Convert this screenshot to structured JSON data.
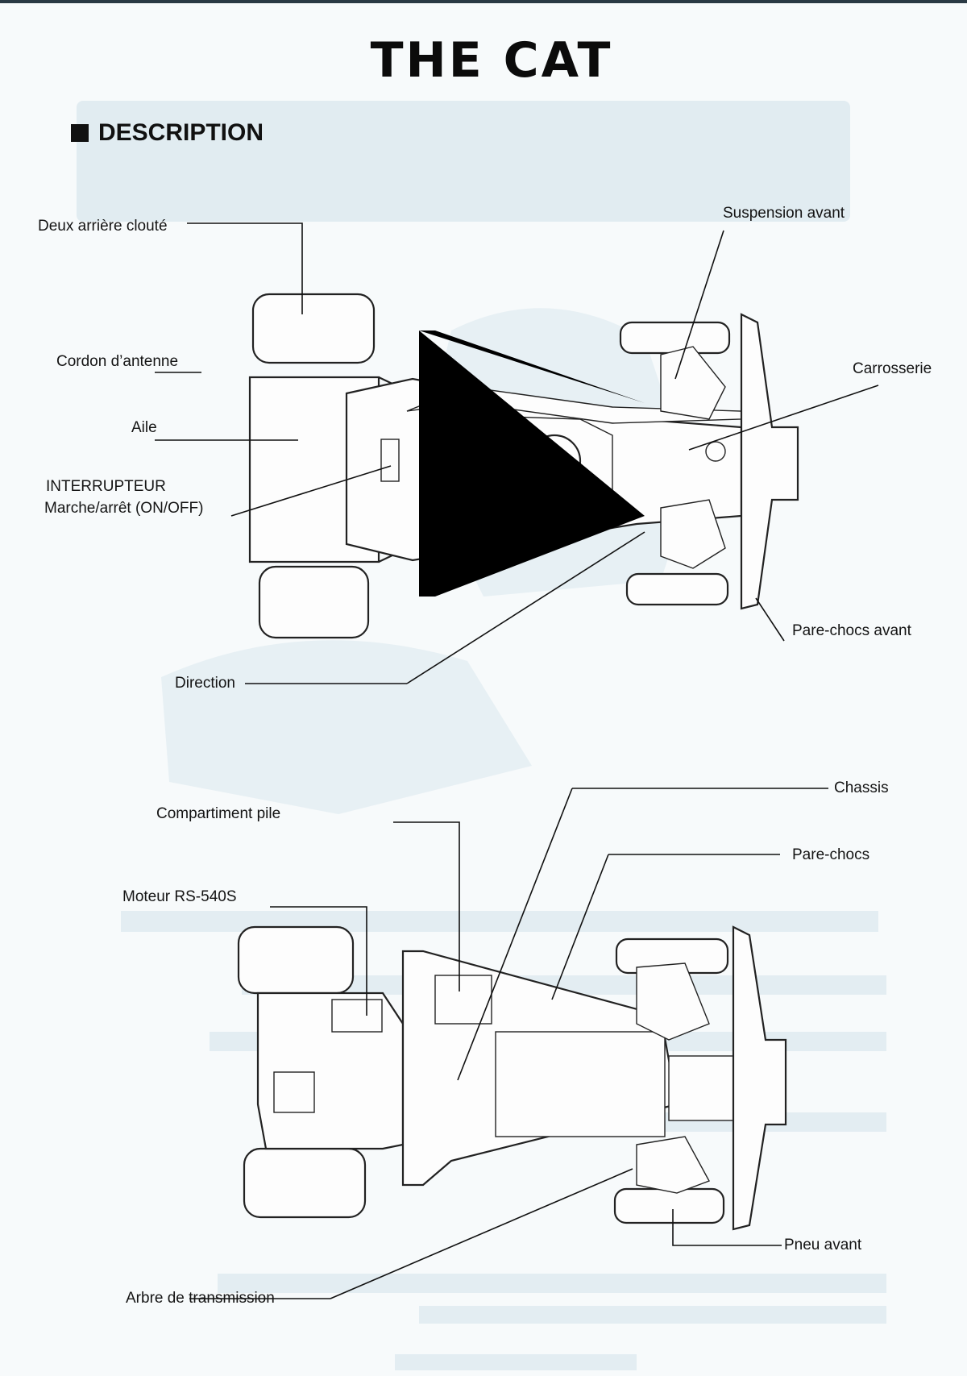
{
  "document": {
    "title": "THE CAT",
    "section": "DESCRIPTION"
  },
  "labels_top": {
    "rear_tires": "Deux arrière clouté",
    "antenna": "Cordon d’antenne",
    "wing": "Aile",
    "switch_line1": "INTERRUPTEUR",
    "switch_line2": "Marche/arrêt (ON/OFF)",
    "steering": "Direction",
    "front_suspension": "Suspension avant",
    "body": "Carrosserie",
    "front_bumper": "Pare-chocs avant"
  },
  "labels_bottom": {
    "battery": "Compartiment pile",
    "motor": "Moteur RS-540S",
    "driveshaft": "Arbre de transmission",
    "chassis": "Chassis",
    "bumper": "Pare-chocs",
    "front_tire": "Pneu avant"
  },
  "colors": {
    "watermark": "#cfe0ea",
    "ink": "#111111",
    "paper": "#f7fafb"
  }
}
